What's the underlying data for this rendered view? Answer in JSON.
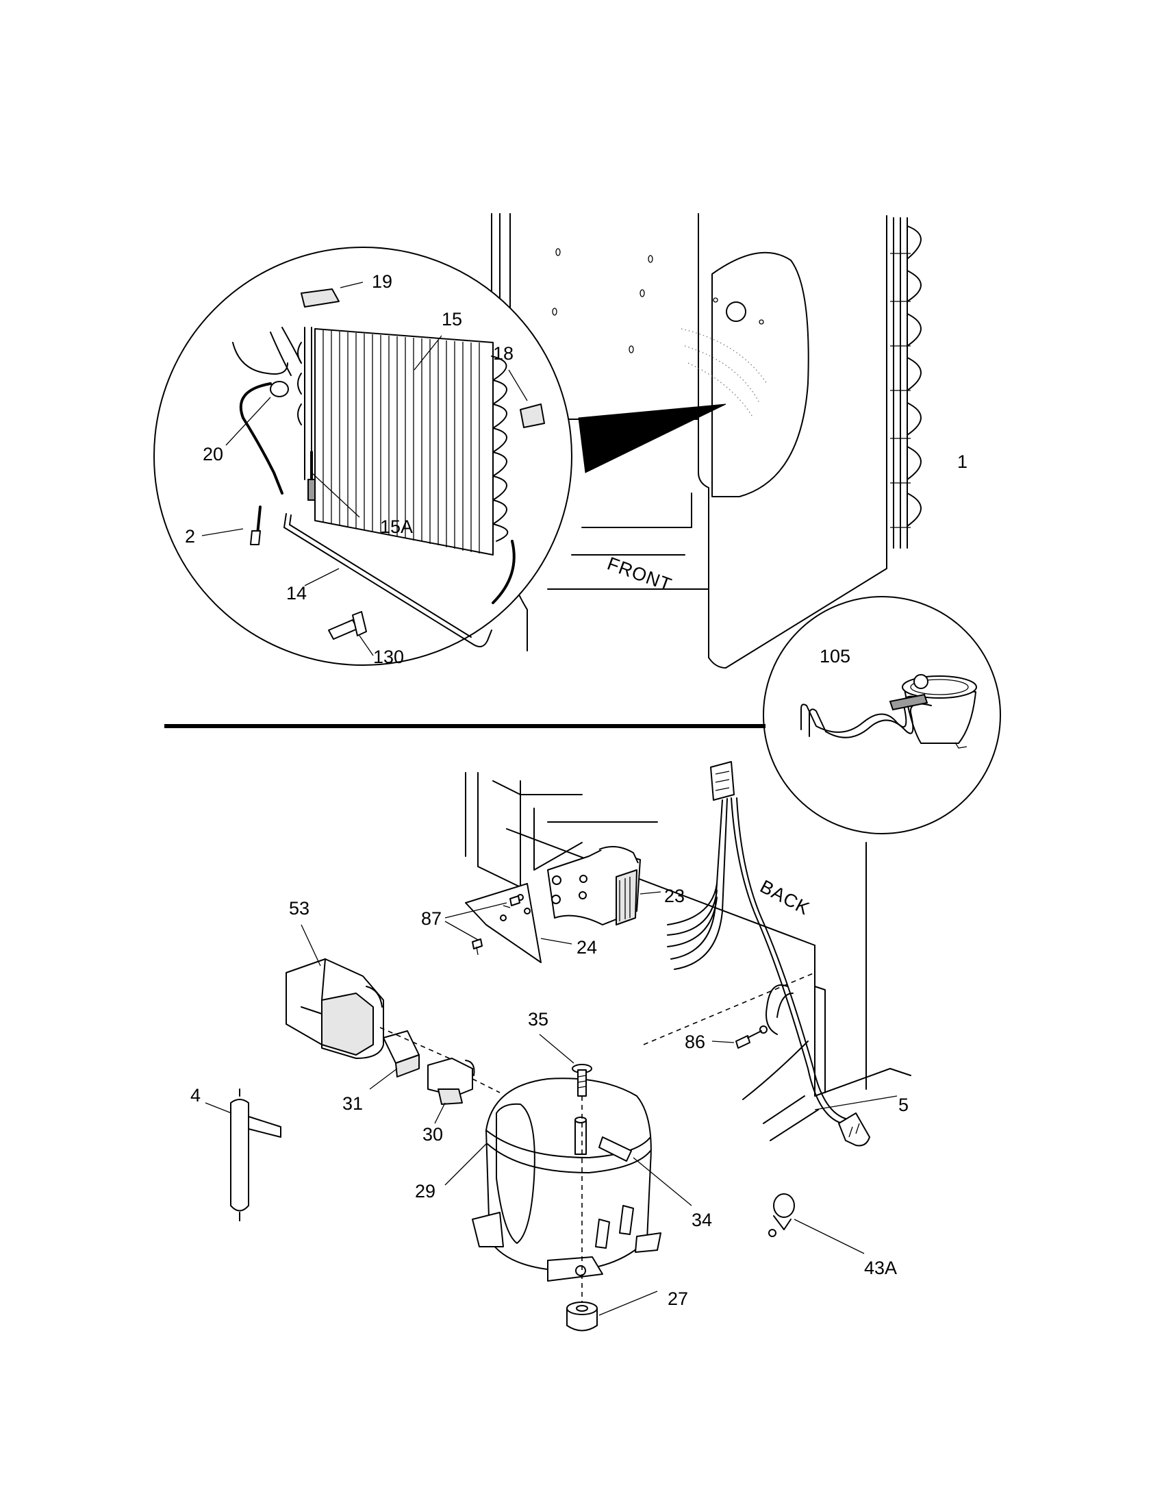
{
  "labels": {
    "p19": "19",
    "p15": "15",
    "p18": "18",
    "p20": "20",
    "p15a": "15A",
    "p2": "2",
    "p14": "14",
    "p130": "130",
    "p1": "1",
    "p105": "105",
    "p53": "53",
    "p87": "87",
    "p23": "23",
    "p24": "24",
    "p35": "35",
    "p86": "86",
    "p4": "4",
    "p31": "31",
    "p30": "30",
    "p5": "5",
    "p29": "29",
    "p34": "34",
    "p43a": "43A",
    "p27": "27"
  },
  "orientation": {
    "front": "FRONT",
    "back": "BACK"
  }
}
